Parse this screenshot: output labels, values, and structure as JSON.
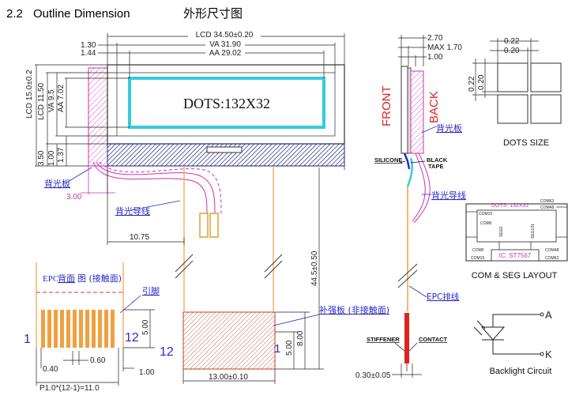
{
  "section": {
    "number": "2.2",
    "title": "Outline Dimension",
    "title_cn": "外形尺寸图"
  },
  "top_dims": {
    "lcd": "LCD 34.50±0.20",
    "va": "VA 31.90",
    "aa": "AA 29.02",
    "left1": "1.30",
    "left2": "1.44"
  },
  "left_dims": {
    "lcd": "LCD 15.0±0.2",
    "lcd_in": "LCD 11.50",
    "va": "VA 9.5",
    "aa": "AA 7.02",
    "d350": "3.50",
    "d100": "1.00",
    "d137": "1.37"
  },
  "front_view": {
    "dots_text": "DOTS:132X32",
    "backlight_board": "背光板",
    "d300": "3.00",
    "backlight_wire": "背光导线",
    "d1075": "10.75",
    "length": "44.5±0.50"
  },
  "fpc_detail": {
    "title_a": "EPC",
    "title_b": "背面",
    "title_c": "图 (接触面)",
    "pin_label": "引脚",
    "pin1": "1",
    "pin12": "12",
    "pin12b": "12",
    "d500": "5.00",
    "d040": "0.40",
    "d060": "0.60",
    "d100": "1.00",
    "pitch": "P1.0*(12-1)=11.0"
  },
  "stiffener": {
    "label": "补强板 (非接触面)",
    "w": "13.00±0.10",
    "d500": "5.00",
    "d800": "8.00",
    "pin1": "1"
  },
  "side_view": {
    "d270": "2.70",
    "max170": "MAX 1.70",
    "d100": "1.00",
    "front": "FRONT",
    "back": "BACK",
    "backlight_board": "背光板",
    "silicone": "SILICONE",
    "black": "BLACK",
    "tape": "TAPE",
    "backlight_wire": "背光导线",
    "fpc_wire": "EPC排线",
    "stiffener": "STIFFENER",
    "contact": "CONTACT",
    "thickness": "0.30±0.05"
  },
  "dots_size": {
    "d022a": "0.22",
    "d020a": "0.20",
    "d022b": "0.22",
    "d020b": "0.20",
    "caption": "DOTS SIZE"
  },
  "layout": {
    "dots": "DOTS: 132X32",
    "ic": "IC: ST7567",
    "com15": "COM15",
    "com0": "COM0",
    "com63": "COM63",
    "com48": "COM48",
    "com0b": "COM0",
    "com15b": "COM15",
    "com48b": "COM48",
    "com63b": "COM63",
    "seg0": "SEG0",
    "seg131": "SEG131",
    "caption": "COM & SEG LAYOUT"
  },
  "backlight": {
    "a": "A",
    "k": "K",
    "caption": "Backlight Circuit"
  },
  "colors": {
    "cyan": "#33ccdd",
    "magenta": "#cc33aa",
    "orange": "#f0a040",
    "red": "#dd2222",
    "blue": "#2a2ac8",
    "navy": "#1a237e"
  }
}
